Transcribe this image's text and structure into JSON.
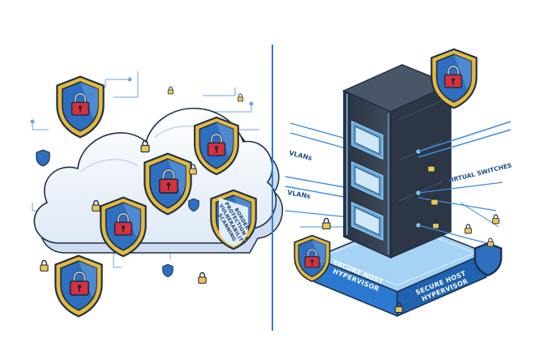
{
  "colors": {
    "divider": "#2d7fd0",
    "shield_blue": "#2f6fbf",
    "shield_gold": "#e6b93a",
    "lock_red": "#d9303a",
    "server_body": "#3a4453",
    "light_blue": "#7fc4f0",
    "base_blue": "#2a78d0"
  },
  "left_panel": {
    "cloud_label": [
      "BORDER",
      "PROTECTION &",
      "VULNERABILITY",
      "SCANNING"
    ]
  },
  "right_panel": {
    "vlans_label_1": "VLANs",
    "vlans_label_2": "VLANs",
    "virtual_switches_label": "VIRTUAL SWITCHES",
    "base_label_front_1": "SECURE HOST",
    "base_label_front_2": "HYPERVISOR",
    "base_label_side_1": "SECURE HOST",
    "base_label_side_2": "HYPERVISOR"
  }
}
